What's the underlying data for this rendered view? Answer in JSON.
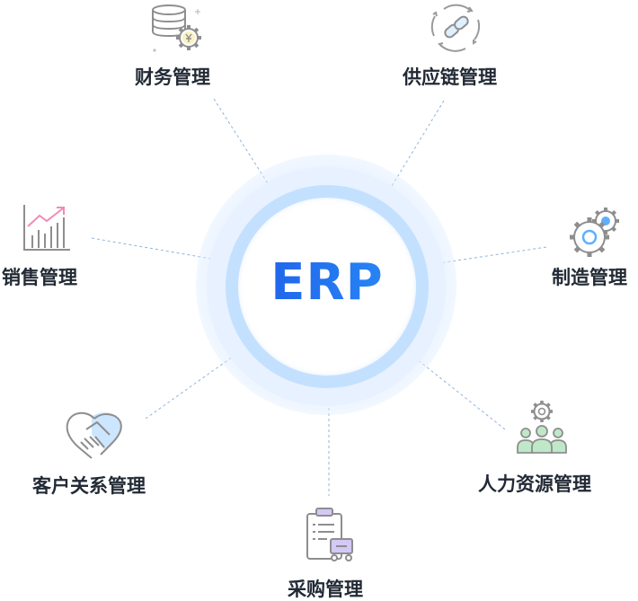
{
  "hub": {
    "label": "ERP"
  },
  "modules": {
    "finance": {
      "label": "财务管理",
      "icon": "database-gear-yuan-icon"
    },
    "supply_chain": {
      "label": "供应链管理",
      "icon": "chain-link-cycle-icon"
    },
    "sales": {
      "label": "销售管理",
      "icon": "bar-chart-trend-icon"
    },
    "manufacturing": {
      "label": "制造管理",
      "icon": "gears-icon"
    },
    "crm": {
      "label": "客户关系管理",
      "icon": "handshake-icon"
    },
    "hr": {
      "label": "人力资源管理",
      "icon": "team-gear-icon"
    },
    "procurement": {
      "label": "采购管理",
      "icon": "clipboard-cart-icon"
    }
  },
  "colors": {
    "accent_blue": "#1a6cf0",
    "ring_light": "#c3e1ff",
    "ring_outer": "#e8f1ff",
    "connector": "#8fb4dc",
    "icon_stroke": "#8e8e8e",
    "icon_blue": "#5db0ff",
    "icon_green": "#bfe8c9",
    "icon_purple": "#d4c8f6",
    "icon_pink": "#f18ab6",
    "icon_yellow": "#fbf1c2",
    "label_text": "#222a35"
  }
}
